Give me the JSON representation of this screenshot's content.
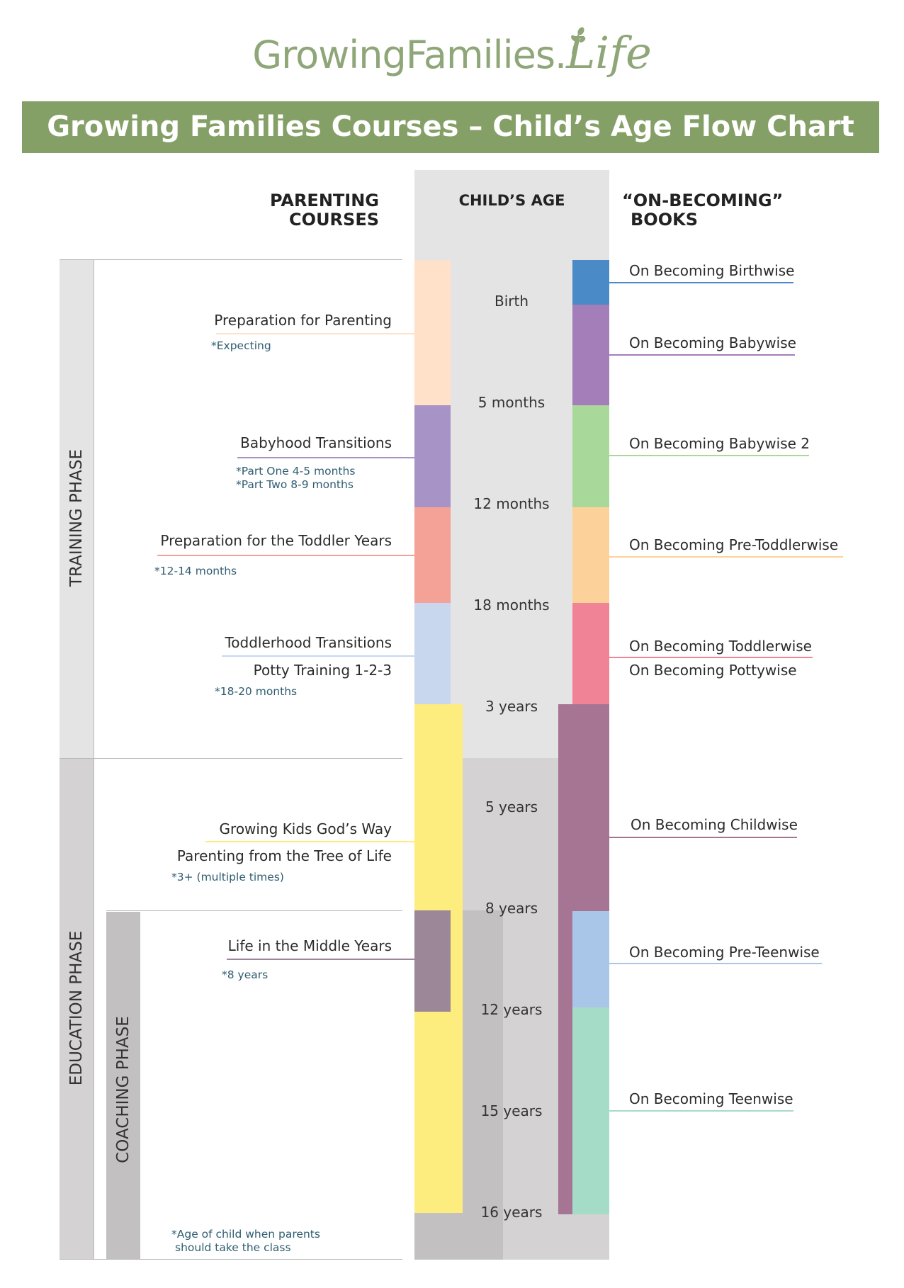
{
  "logo": {
    "main": "GrowingFamilies.",
    "script": "Life"
  },
  "title": "Growing Families Courses – Child’s Age Flow Chart",
  "headers": {
    "courses_line1": "PARENTING",
    "courses_line2": "COURSES",
    "age": "CHILD’S AGE",
    "books_line1": "“ON-BECOMING”",
    "books_line2": "BOOKS"
  },
  "phases": {
    "training": "TRAINING PHASE",
    "education": "EDUCATION PHASE",
    "coaching": "COACHING PHASE"
  },
  "ages": [
    "Birth",
    "5 months",
    "12 months",
    "18 months",
    "3 years",
    "5 years",
    "8 years",
    "12 years",
    "15 years",
    "16 years"
  ],
  "courses": [
    {
      "label": "Preparation for Parenting",
      "note": "*Expecting",
      "color": "#ffe0c8"
    },
    {
      "label": "Babyhood Transitions",
      "note_line1": "*Part One 4-5 months",
      "note_line2": "*Part Two 8-9 months",
      "color": "#a893c6"
    },
    {
      "label": "Preparation for the Toddler Years",
      "note": "*12-14 months",
      "color": "#f4a297"
    },
    {
      "label": "Toddlerhood Transitions",
      "label2": "Potty Training 1-2-3",
      "note": "*18-20 months",
      "color": "#c8d6ee"
    },
    {
      "label": "Growing Kids God’s Way",
      "label2": "Parenting from the Tree of Life",
      "note": "*3+ (multiple times)",
      "color": "#fdec7e"
    },
    {
      "label": "Life in the Middle Years",
      "note": "*8 years",
      "color": "#9b8797"
    }
  ],
  "footnote": {
    "line1": "*Age of child when parents",
    "line2": "should take the class"
  },
  "books": [
    {
      "label": "On Becoming Birthwise",
      "color": "#4a8ac7"
    },
    {
      "label": "On Becoming Babywise",
      "color": "#a47eb8"
    },
    {
      "label": "On Becoming Babywise 2",
      "color": "#a8d89a"
    },
    {
      "label": "On Becoming Pre-Toddlerwise",
      "color": "#fdd29a"
    },
    {
      "label": "On Becoming Toddlerwise",
      "color": "#f08496"
    },
    {
      "label": "On Becoming Pottywise",
      "color": "#f08496"
    },
    {
      "label": "On Becoming Childwise",
      "color": "#a67594"
    },
    {
      "label": "On Becoming Pre-Teenwise",
      "color": "#a9c6e8"
    },
    {
      "label": "On Becoming Teenwise",
      "color": "#a5dcc8"
    }
  ]
}
